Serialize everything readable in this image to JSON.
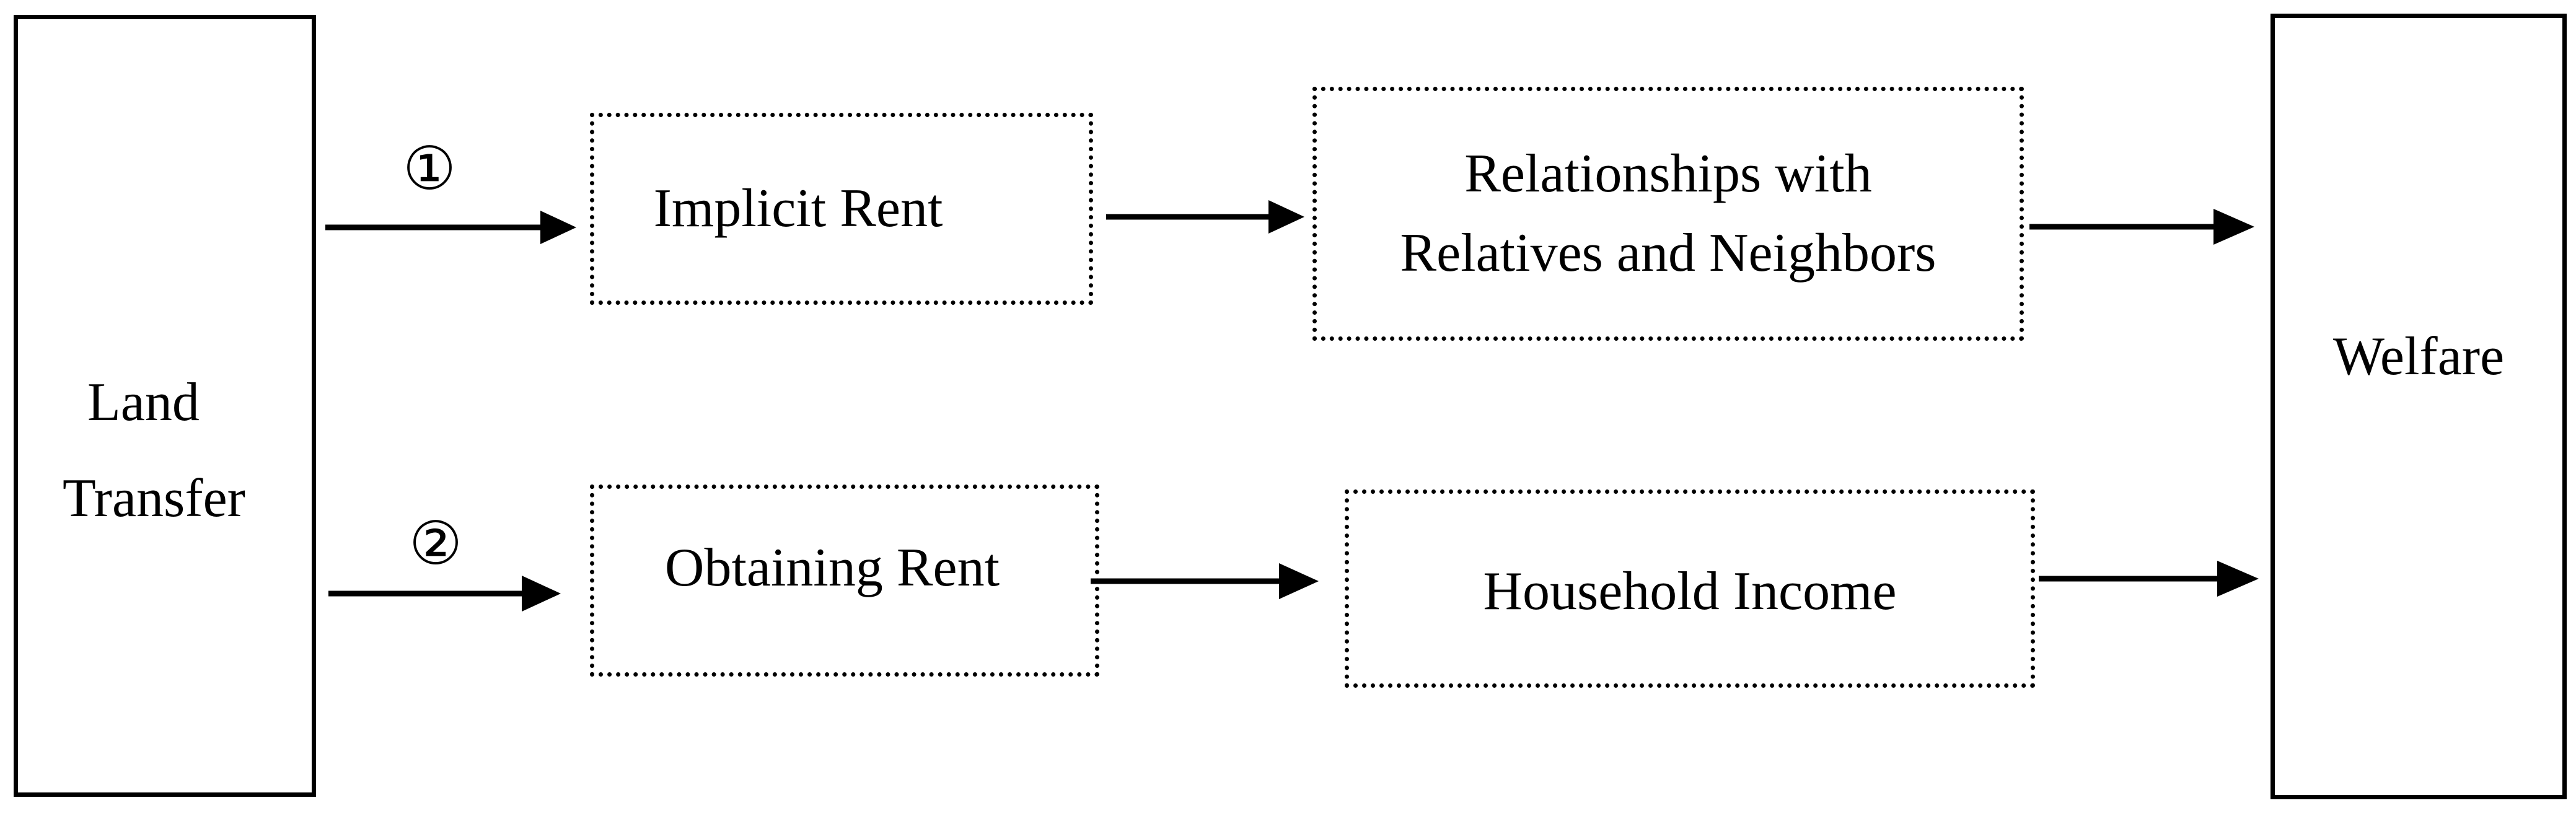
{
  "nodes": {
    "land_transfer": {
      "line1": "Land",
      "line2": "Transfer"
    },
    "implicit_rent": "Implicit Rent",
    "relationships": {
      "line1": "Relationships with",
      "line2": "Relatives and Neighbors"
    },
    "obtaining_rent": "Obtaining Rent",
    "household_income": "Household Income",
    "welfare": "Welfare"
  },
  "path_markers": {
    "path_1": "①",
    "path_2": "②"
  },
  "colors": {
    "stroke": "#000000",
    "background": "#ffffff"
  }
}
